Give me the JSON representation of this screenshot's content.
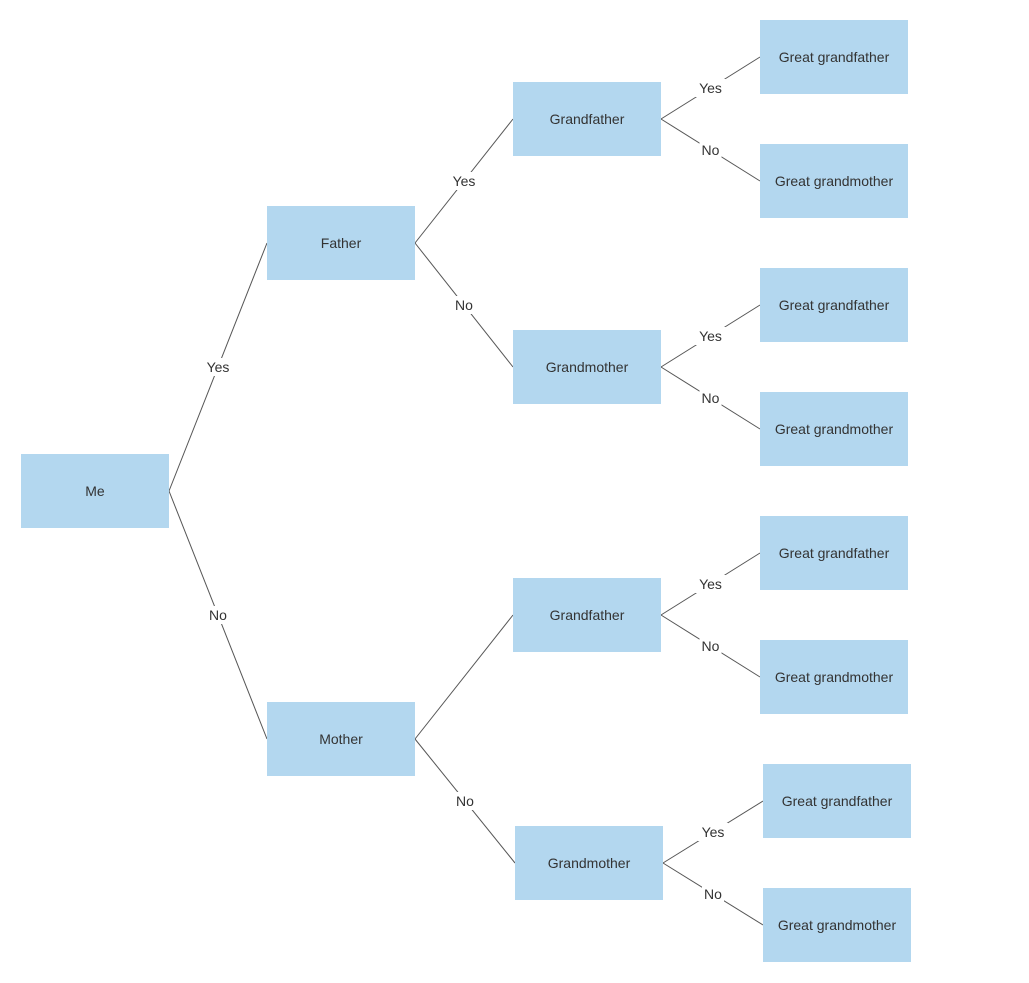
{
  "diagram": {
    "nodes": [
      {
        "id": "me",
        "label": "Me"
      },
      {
        "id": "father",
        "label": "Father"
      },
      {
        "id": "mother",
        "label": "Mother"
      },
      {
        "id": "f-grandfather",
        "label": "Grandfather"
      },
      {
        "id": "f-grandmother",
        "label": "Grandmother"
      },
      {
        "id": "m-grandfather",
        "label": "Grandfather"
      },
      {
        "id": "m-grandmother",
        "label": "Grandmother"
      },
      {
        "id": "ffgf",
        "label": "Great grandfather"
      },
      {
        "id": "ffgm",
        "label": "Great grandmother"
      },
      {
        "id": "fmgf",
        "label": "Great grandfather"
      },
      {
        "id": "fmgm",
        "label": "Great grandmother"
      },
      {
        "id": "mfgf",
        "label": "Great grandfather"
      },
      {
        "id": "mfgm",
        "label": "Great grandmother"
      },
      {
        "id": "mmgf",
        "label": "Great grandfather"
      },
      {
        "id": "mmgm",
        "label": "Great grandmother"
      }
    ],
    "edges": [
      {
        "from": "me",
        "to": "father",
        "label": "Yes"
      },
      {
        "from": "me",
        "to": "mother",
        "label": "No"
      },
      {
        "from": "father",
        "to": "f-grandfather",
        "label": "Yes"
      },
      {
        "from": "father",
        "to": "f-grandmother",
        "label": "No"
      },
      {
        "from": "mother",
        "to": "m-grandfather",
        "label": ""
      },
      {
        "from": "mother",
        "to": "m-grandmother",
        "label": "No"
      },
      {
        "from": "f-grandfather",
        "to": "ffgf",
        "label": "Yes"
      },
      {
        "from": "f-grandfather",
        "to": "ffgm",
        "label": "No"
      },
      {
        "from": "f-grandmother",
        "to": "fmgf",
        "label": "Yes"
      },
      {
        "from": "f-grandmother",
        "to": "fmgm",
        "label": "No"
      },
      {
        "from": "m-grandfather",
        "to": "mfgf",
        "label": "Yes"
      },
      {
        "from": "m-grandfather",
        "to": "mfgm",
        "label": "No"
      },
      {
        "from": "m-grandmother",
        "to": "mmgf",
        "label": "Yes"
      },
      {
        "from": "m-grandmother",
        "to": "mmgm",
        "label": "No"
      }
    ]
  },
  "colors": {
    "node_fill": "#b3d7ef",
    "edge_stroke": "#555555",
    "text": "#333333"
  }
}
